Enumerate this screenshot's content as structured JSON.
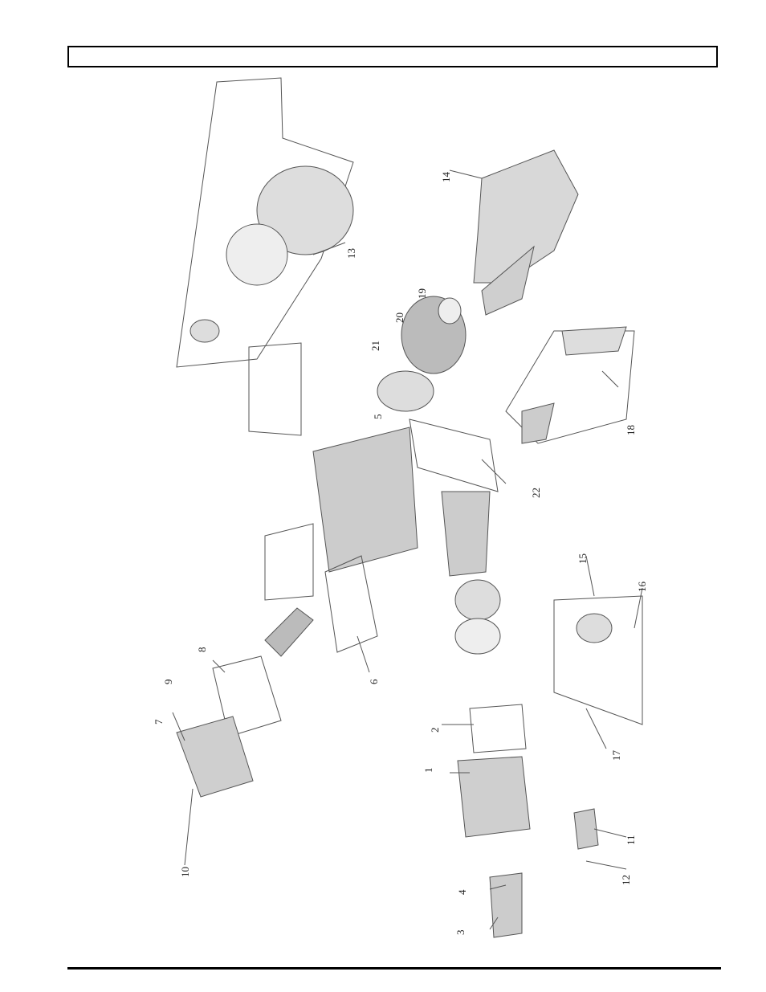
{
  "header": {
    "title": ""
  },
  "diagram": {
    "parts": [
      {
        "number": "1"
      },
      {
        "number": "2"
      },
      {
        "number": "3"
      },
      {
        "number": "4"
      },
      {
        "number": "5"
      },
      {
        "number": "6"
      },
      {
        "number": "7"
      },
      {
        "number": "8"
      },
      {
        "number": "9"
      },
      {
        "number": "10"
      },
      {
        "number": "11"
      },
      {
        "number": "12"
      },
      {
        "number": "13"
      },
      {
        "number": "14"
      },
      {
        "number": "15"
      },
      {
        "number": "16"
      },
      {
        "number": "17"
      },
      {
        "number": "18"
      },
      {
        "number": "19"
      },
      {
        "number": "20"
      },
      {
        "number": "21"
      },
      {
        "number": "22"
      }
    ]
  }
}
